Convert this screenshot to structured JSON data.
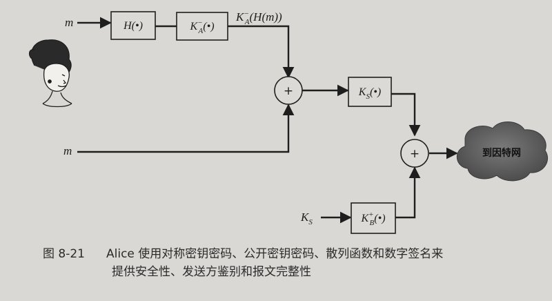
{
  "diagram": {
    "input_m_top": "m",
    "input_m_mid": "m",
    "input_ks": "K",
    "input_ks_sub": "S",
    "box_hash": "H(•)",
    "box_sign": {
      "main": "K",
      "sup": "−",
      "sub": "A",
      "rest": "(•)"
    },
    "signed_label": {
      "main": "K",
      "sup": "−",
      "sub": "A",
      "rest": "(H(m))"
    },
    "box_sym": {
      "main": "K",
      "sub": "S",
      "rest": "(•)"
    },
    "box_pub": {
      "main": "K",
      "sup": "+",
      "sub": "B",
      "rest": "(•)"
    },
    "plus_symbol": "+",
    "cloud_label": "到因特网"
  },
  "caption": {
    "number": "图 8-21",
    "line1": "Alice 使用对称密钥密码、公开密钥密码、散列函数和数字签名来",
    "line2": "提供安全性、发送方鉴别和报文完整性"
  },
  "colors": {
    "background": "#d9d8d4",
    "box_fill": "#dcdad6",
    "cloud_fill": "#5c5c5c",
    "stroke": "#1e1e1e"
  }
}
